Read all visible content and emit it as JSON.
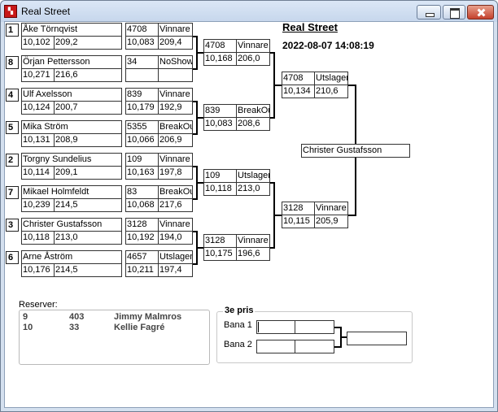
{
  "window": {
    "title": "Real Street",
    "icon": "app-flag-icon"
  },
  "header": {
    "title": "Real Street",
    "timestamp": "2022-08-07 14:08:19"
  },
  "round1": [
    {
      "seed": "1",
      "name": "Åke Törnqvist",
      "time": "10,102",
      "speed": "209,2",
      "car": "4708",
      "status": "Vinnare",
      "rtime": "10,083",
      "rspeed": "209,4"
    },
    {
      "seed": "8",
      "name": "Örjan Pettersson",
      "time": "10,271",
      "speed": "216,6",
      "car": "34",
      "status": "NoShow",
      "rtime": "",
      "rspeed": ""
    },
    {
      "seed": "4",
      "name": "Ulf Axelsson",
      "time": "10,124",
      "speed": "200,7",
      "car": "839",
      "status": "Vinnare",
      "rtime": "10,179",
      "rspeed": "192,9"
    },
    {
      "seed": "5",
      "name": "Mika Ström",
      "time": "10,131",
      "speed": "208,9",
      "car": "5355",
      "status": "BreakOu",
      "rtime": "10,066",
      "rspeed": "206,9"
    },
    {
      "seed": "2",
      "name": "Torgny Sundelius",
      "time": "10,114",
      "speed": "209,1",
      "car": "109",
      "status": "Vinnare",
      "rtime": "10,163",
      "rspeed": "197,8"
    },
    {
      "seed": "7",
      "name": "Mikael Holmfeldt",
      "time": "10,239",
      "speed": "214,5",
      "car": "83",
      "status": "BreakOu",
      "rtime": "10,068",
      "rspeed": "217,6"
    },
    {
      "seed": "3",
      "name": "Christer Gustafsson",
      "time": "10,118",
      "speed": "213,0",
      "car": "3128",
      "status": "Vinnare",
      "rtime": "10,192",
      "rspeed": "194,0"
    },
    {
      "seed": "6",
      "name": "Arne Åström",
      "time": "10,176",
      "speed": "214,5",
      "car": "4657",
      "status": "Utslagen",
      "rtime": "10,211",
      "rspeed": "197,4"
    }
  ],
  "round2": [
    {
      "car": "4708",
      "status": "Vinnare",
      "time": "10,168",
      "speed": "206,0"
    },
    {
      "car": "839",
      "status": "BreakOut",
      "time": "10,083",
      "speed": "208,6"
    },
    {
      "car": "109",
      "status": "Utslagen",
      "time": "10,118",
      "speed": "213,0"
    },
    {
      "car": "3128",
      "status": "Vinnare",
      "time": "10,175",
      "speed": "196,6"
    }
  ],
  "semis": [
    {
      "car": "4708",
      "status": "Utslagen",
      "time": "10,134",
      "speed": "210,6"
    },
    {
      "car": "3128",
      "status": "Vinnare",
      "time": "10,115",
      "speed": "205,9"
    }
  ],
  "winner": "Christer Gustafsson",
  "reserves": {
    "label": "Reserver:",
    "rows": [
      {
        "pos": "9",
        "car": "403",
        "name": "Jimmy Malmros"
      },
      {
        "pos": "10",
        "car": "33",
        "name": "Kellie Fagré"
      }
    ]
  },
  "third_place": {
    "label": "3e pris",
    "lane1": "Bana 1",
    "lane2": "Bana 2"
  }
}
